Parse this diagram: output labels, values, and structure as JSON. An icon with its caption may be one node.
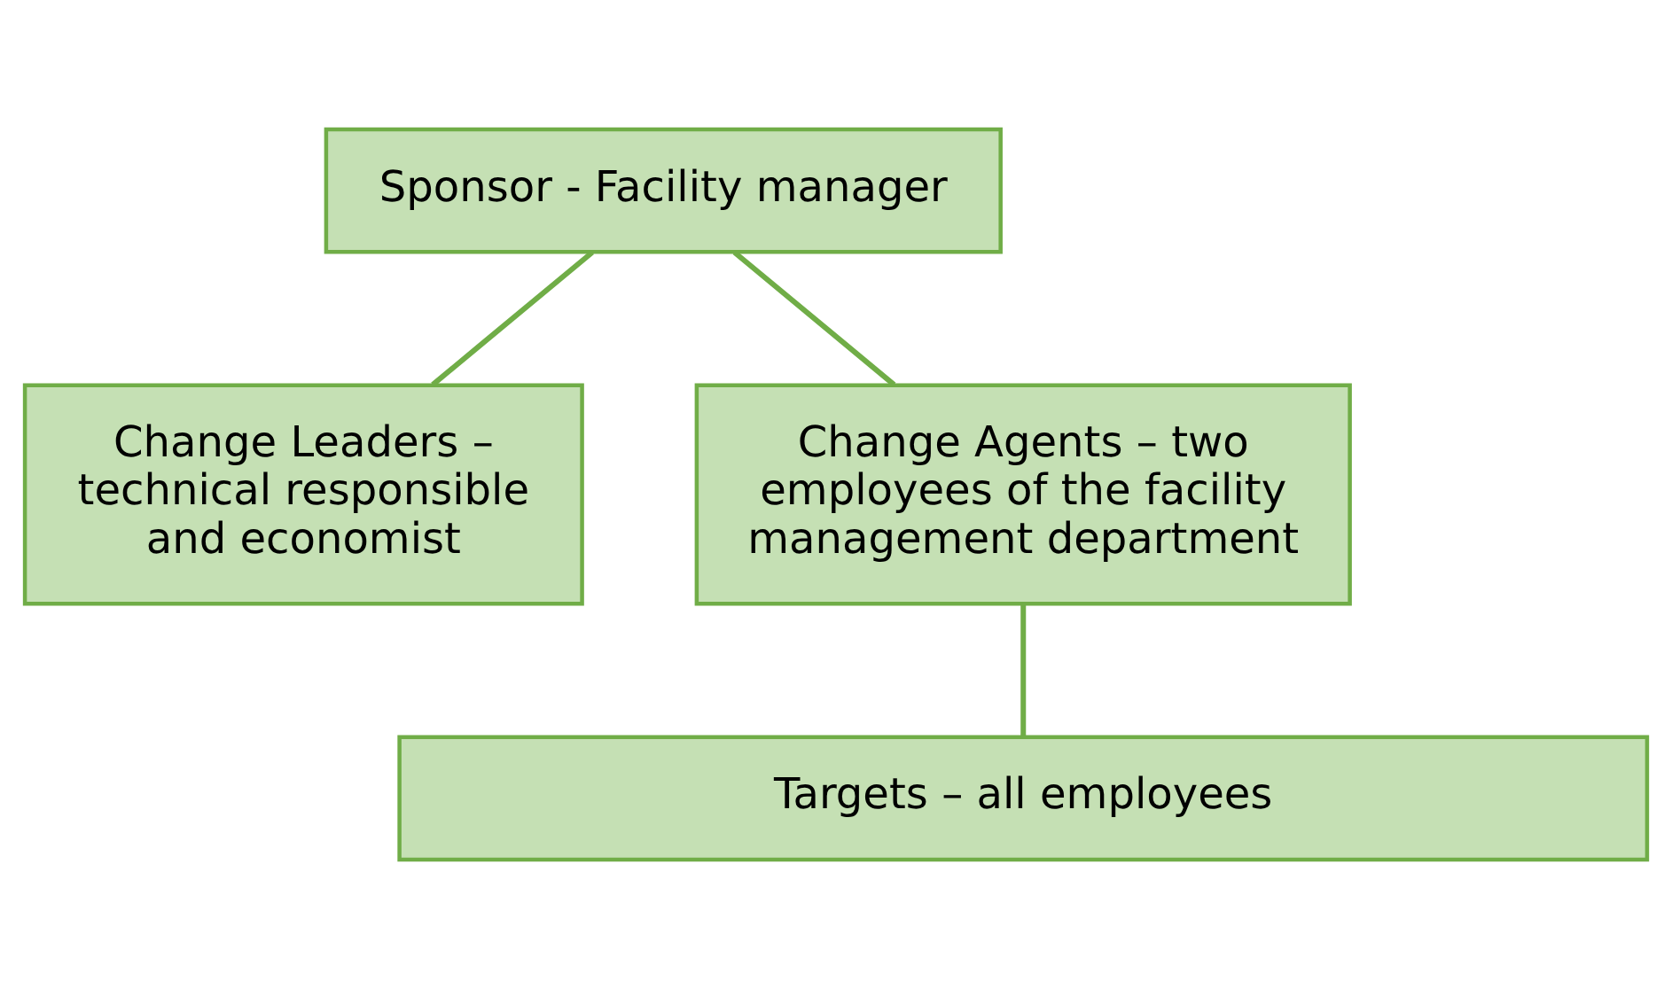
{
  "diagram": {
    "nodes": [
      {
        "text": [
          "Sponsor - Facility manager"
        ]
      },
      {
        "text": [
          "Change Leaders – technical responsible and economist"
        ]
      },
      {
        "text": [
          "Change Agents – two employees of the facility management department"
        ]
      },
      {
        "text": [
          "Targets – all employees"
        ]
      }
    ],
    "edges": [
      {
        "from": 0,
        "to": 1,
        "arrow": "none"
      },
      {
        "from": 0,
        "to": 2,
        "arrow": "none"
      },
      {
        "from": 2,
        "to": 3,
        "arrow": "none"
      }
    ]
  }
}
